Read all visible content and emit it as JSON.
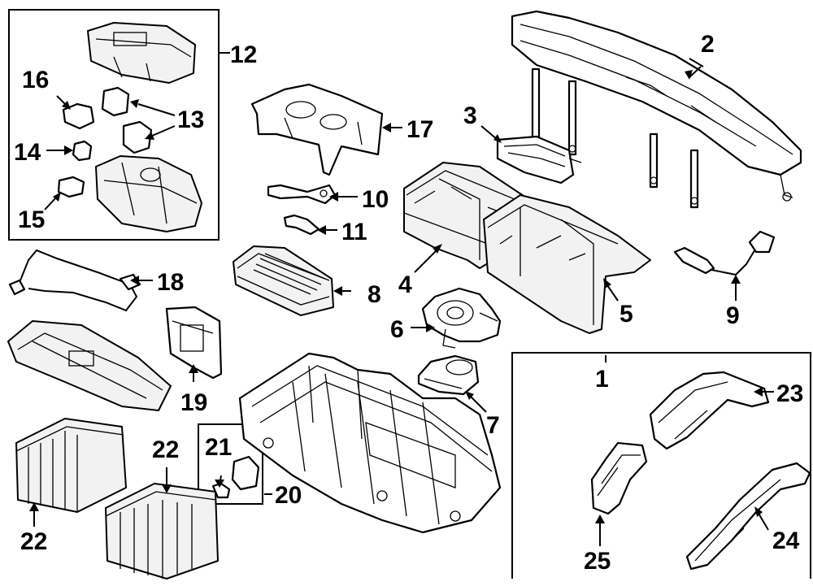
{
  "diagram": {
    "callouts": {
      "c1": "1",
      "c2": "2",
      "c3": "3",
      "c4": "4",
      "c5": "5",
      "c6": "6",
      "c7": "7",
      "c8": "8",
      "c9": "9",
      "c10": "10",
      "c11": "11",
      "c12": "12",
      "c13": "13",
      "c14": "14",
      "c15": "15",
      "c16": "16",
      "c17": "17",
      "c18": "18",
      "c19": "19",
      "c20": "20",
      "c21": "21",
      "c22a": "22",
      "c22b": "22",
      "c23": "23",
      "c24": "24",
      "c25": "25"
    }
  }
}
